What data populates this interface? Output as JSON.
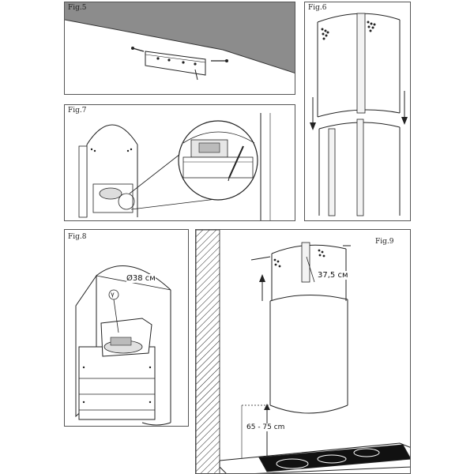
{
  "figures": {
    "fig5": {
      "label": "Fig.5"
    },
    "fig6": {
      "label": "Fig.6"
    },
    "fig7": {
      "label": "Fig.7"
    },
    "fig8": {
      "label": "Fig.8",
      "diameter": "Ø38 cм",
      "callout": "γ"
    },
    "fig9": {
      "label": "Fig.9",
      "diameter": "37,5 cм",
      "height_range": "65 - 75 cm"
    }
  }
}
